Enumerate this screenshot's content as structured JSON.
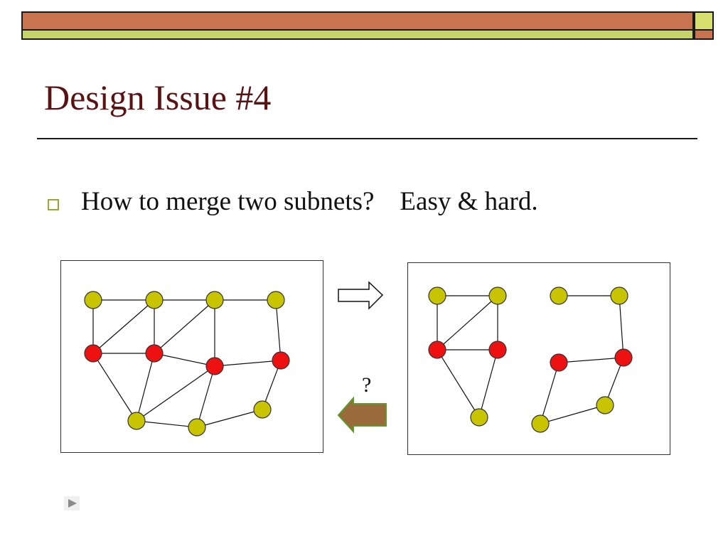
{
  "slide": {
    "title": "Design Issue #4",
    "bullet_part1": "How to merge two subnets?",
    "bullet_part2": "Easy & hard.",
    "question_mark": "?"
  },
  "colors": {
    "title": "#5a1313",
    "top_bar_red": "#c8744f",
    "top_bar_green": "#c6d46c",
    "node_yellow": "#c9c400",
    "node_red": "#ee1111",
    "arrow_brown": "#9b6a3a",
    "arrow_green": "#5a9a2a"
  },
  "icons": {
    "bullet": "hollow-square-bullet",
    "merge_arrow": "right-arrow-outline",
    "split_arrow": "left-arrow-filled",
    "nav": "play-triangle-icon"
  }
}
